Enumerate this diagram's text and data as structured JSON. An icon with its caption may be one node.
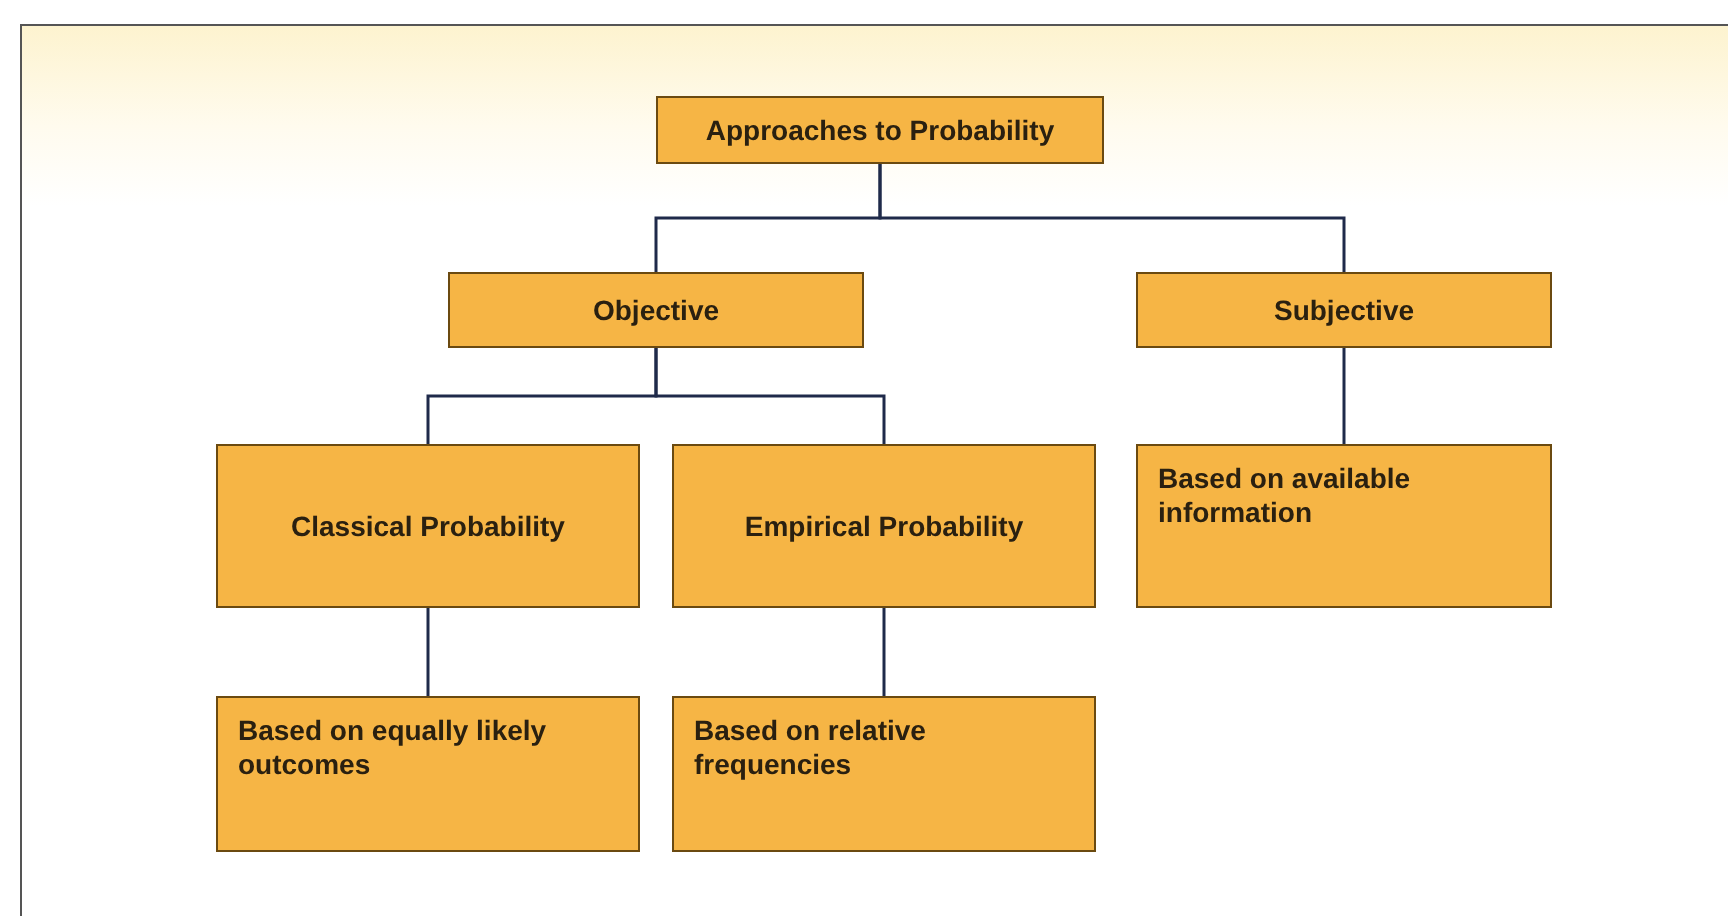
{
  "diagram": {
    "nodes": [
      {
        "text": [
          "Approaches to Probability"
        ]
      },
      {
        "text": [
          "Objective"
        ]
      },
      {
        "text": [
          "Subjective"
        ]
      },
      {
        "text": [
          "Classical Probability"
        ]
      },
      {
        "text": [
          "Empirical Probability"
        ]
      },
      {
        "text": [
          "Based on available information"
        ]
      },
      {
        "text": [
          "Based on equally likely outcomes"
        ]
      },
      {
        "text": [
          "Based on relative frequencies"
        ]
      }
    ],
    "edges": [
      {
        "from": 0,
        "to": 1,
        "arrow": "none"
      },
      {
        "from": 0,
        "to": 2,
        "arrow": "none"
      },
      {
        "from": 1,
        "to": 3,
        "arrow": "none"
      },
      {
        "from": 1,
        "to": 4,
        "arrow": "none"
      },
      {
        "from": 2,
        "to": 5,
        "arrow": "none"
      },
      {
        "from": 3,
        "to": 6,
        "arrow": "none"
      },
      {
        "from": 4,
        "to": 7,
        "arrow": "none"
      }
    ]
  }
}
